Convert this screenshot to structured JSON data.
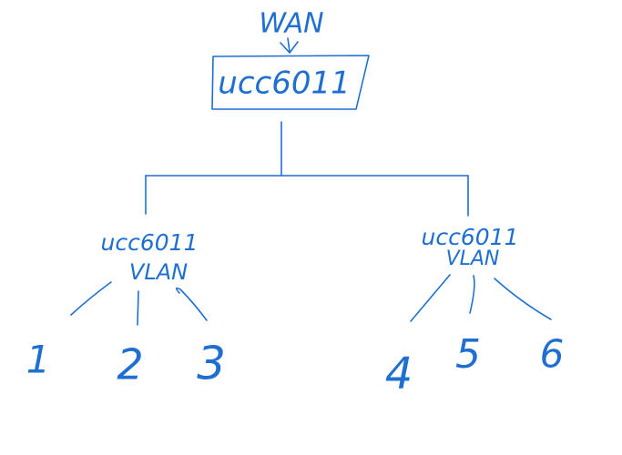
{
  "diagram": {
    "accent_color": "#1f6fd1",
    "wan_label": "WAN",
    "router_label": "ucc6011",
    "left_node": {
      "top_label": "ucc6011",
      "bottom_label": "VLAN",
      "ports": [
        "1",
        "2",
        "3"
      ]
    },
    "right_node": {
      "top_label": "ucc6011",
      "bottom_label": "VLAN",
      "ports": [
        "4",
        "5",
        "6"
      ]
    }
  }
}
